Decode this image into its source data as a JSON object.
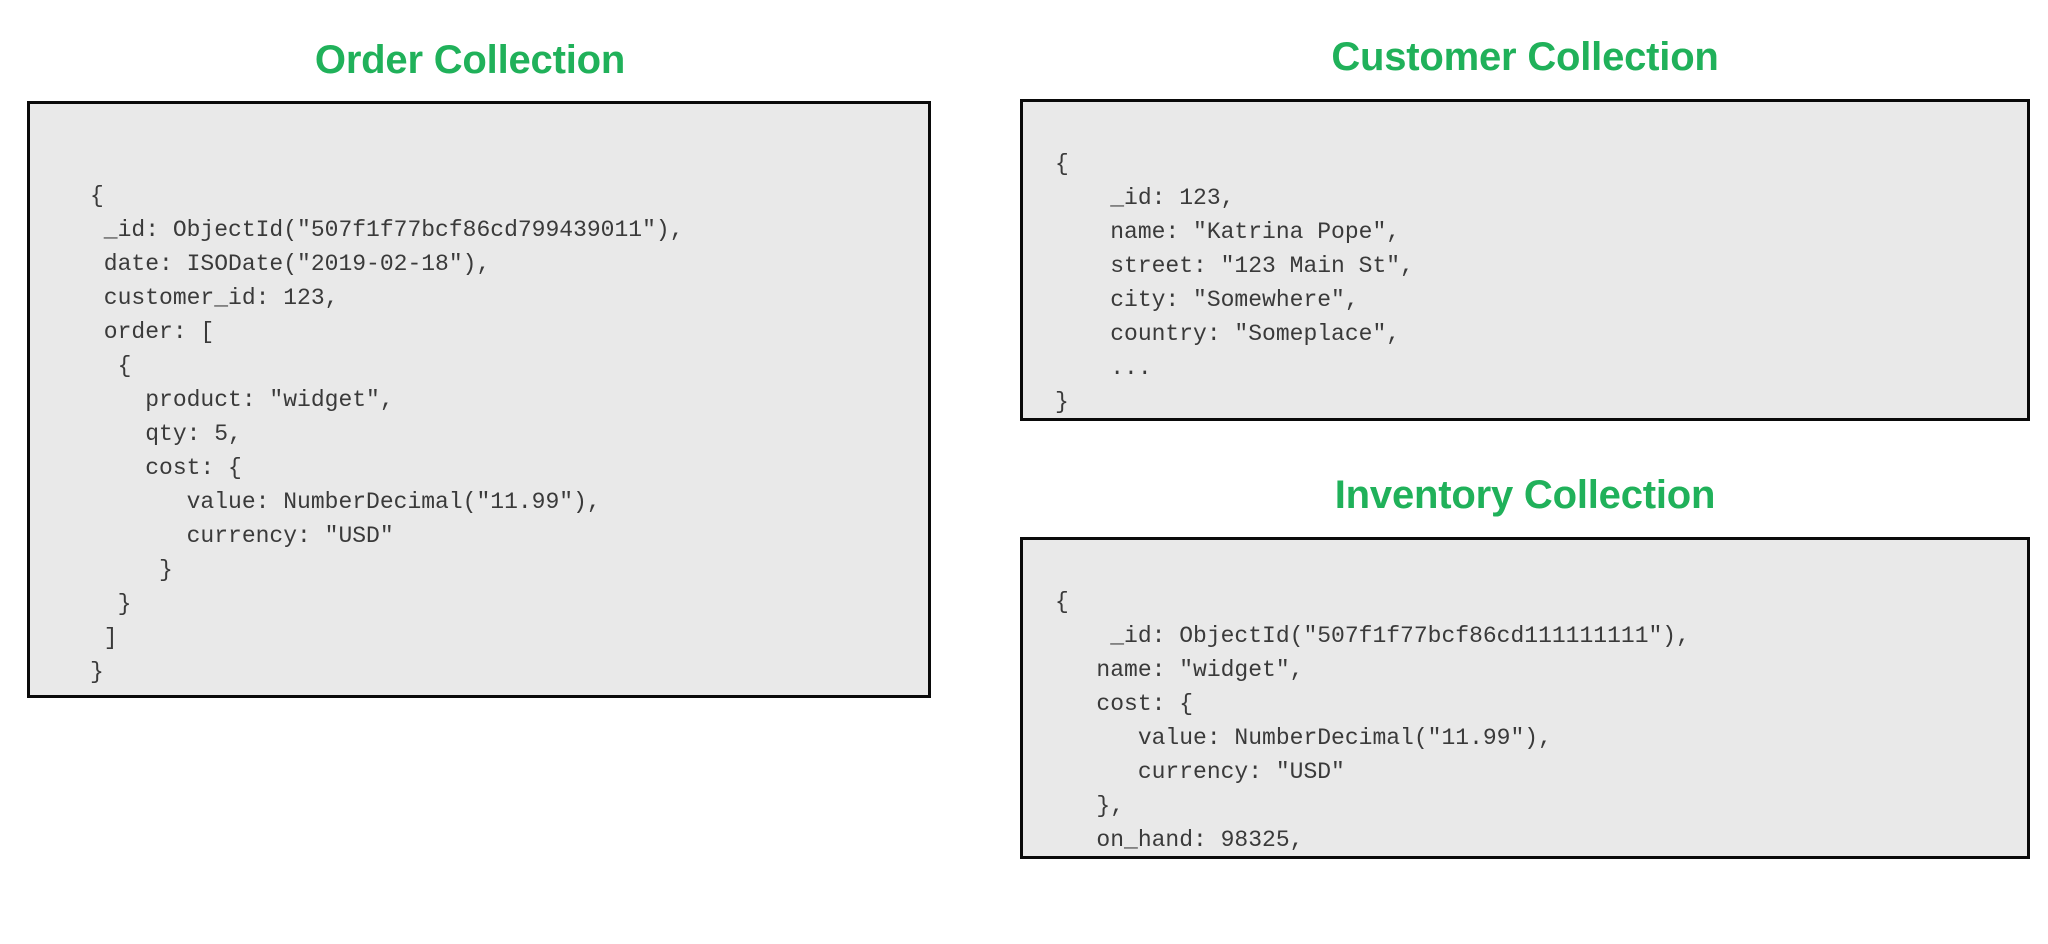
{
  "panels": {
    "order": {
      "title": "Order Collection",
      "code": "{\n _id: ObjectId(\"507f1f77bcf86cd799439011\"),\n date: ISODate(\"2019-02-18\"),\n customer_id: 123,\n order: [\n  {\n    product: \"widget\",\n    qty: 5,\n    cost: {\n       value: NumberDecimal(\"11.99\"),\n       currency: \"USD\"\n     }\n  }\n ]\n}"
    },
    "customer": {
      "title": "Customer Collection",
      "code": "{\n    _id: 123,\n    name: \"Katrina Pope\",\n    street: \"123 Main St\",\n    city: \"Somewhere\",\n    country: \"Someplace\",\n    ...\n}"
    },
    "inventory": {
      "title": "Inventory Collection",
      "code": "{\n    _id: ObjectId(\"507f1f77bcf86cd111111111\"),\n   name: \"widget\",\n   cost: {\n      value: NumberDecimal(\"11.99\"),\n      currency: \"USD\"\n   },\n   on_hand: 98325,\n   ...\n}"
    }
  },
  "colors": {
    "title_green": "#20b15a",
    "code_background": "#e9e9e9",
    "box_border": "#0a0a0a",
    "code_text": "#3a3a3a",
    "page_background": "#ffffff"
  }
}
